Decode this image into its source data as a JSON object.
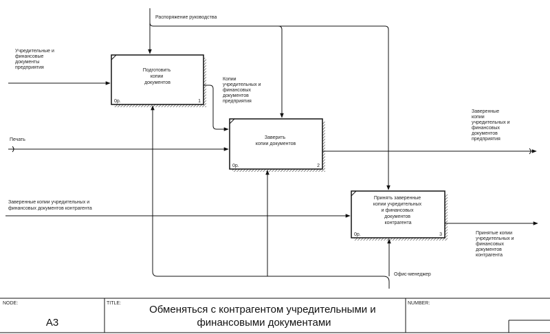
{
  "diagram": {
    "activities": [
      {
        "name": "Подготовить\nкопии\nдокументов",
        "cost": "0р.",
        "number": "1"
      },
      {
        "name": "Заверить\nкопии документов",
        "cost": "0р.",
        "number": "2"
      },
      {
        "name": "Принять заверенные\nкопии учредительных\nи финансовых\nдокументов\nконтрагента",
        "cost": "0р.",
        "number": "3"
      }
    ],
    "arrows": {
      "management_order": "Распоряжение руководства",
      "founding_docs": "Учредительные и\nфинансовые\nдокументы\nпредприятия",
      "copies": "Копии\nучредительных и\nфинансовых\nдокументов\nпредприятия",
      "stamp": "Печать",
      "certified_copies": "Заверенные\nкопии\nучредительных и\nфинансовых\nдокументов\nпредприятия",
      "counterparty_certified": "Заверенные копии учредительных и\nфинансовых документов контрагента",
      "accepted_copies": "Принятые копии\nучредительных и\nфинансовых\nдокументов\nконтрагента",
      "office_manager": "Офис-менеджер"
    }
  },
  "footer": {
    "node_label": "NODE:",
    "node_value": "A3",
    "title_label": "TITLE:",
    "title": "Обменяться с  контрагентом учредительными и\nфинансовыми документами",
    "number_label": "NUMBER:"
  }
}
